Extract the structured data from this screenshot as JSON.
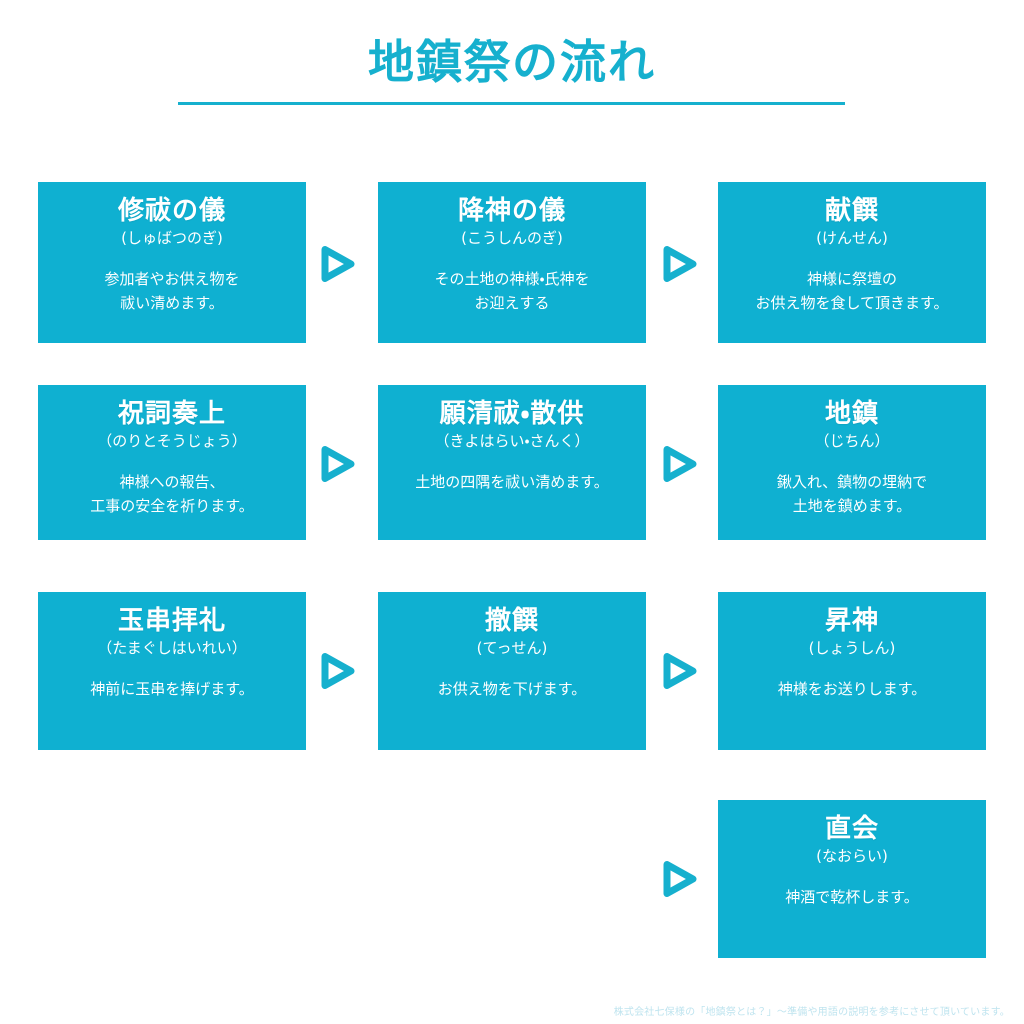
{
  "page": {
    "title": "地鎮祭の流れ",
    "accent_color": "#16b0ce",
    "box_color": "#0fb0d1",
    "background_color": "#ffffff",
    "footer_text_color": "#bfe4ef"
  },
  "header": {
    "heading": "地鎮祭の流れ"
  },
  "steps": [
    {
      "title": "修祓の儀",
      "reading": "(しゅばつのぎ)",
      "description": "参加者やお供え物を\n祓い清めます。"
    },
    {
      "title": "降神の儀",
      "reading": "(こうしんのぎ)",
      "description": "その土地の神様・氏神を\nお迎えする"
    },
    {
      "title": "献饌",
      "reading": "(けんせん)",
      "description": "神様に祭壇の\nお供え物を食して頂きます。"
    },
    {
      "title": "祝詞奏上",
      "reading": "（のりとそうじょう）",
      "description": "神様への報告、\n工事の安全を祈ります。"
    },
    {
      "title": "願清祓・散供",
      "reading": "（きよはらい・さんく）",
      "description": "土地の四隅を祓い清めます。"
    },
    {
      "title": "地鎮",
      "reading": "（じちん）",
      "description": "鍬入れ、鎮物の埋納で\n土地を鎮めます。"
    },
    {
      "title": "玉串拝礼",
      "reading": "（たまぐしはいれい）",
      "description": "神前に玉串を捧げます。"
    },
    {
      "title": "撤饌",
      "reading": "(てっせん)",
      "description": "お供え物を下げます。"
    },
    {
      "title": "昇神",
      "reading": "(しょうしん)",
      "description": "神様をお送りします。"
    },
    {
      "title": "直会",
      "reading": "(なおらい)",
      "description": "神酒で乾杯します。"
    }
  ],
  "arrows": [
    {
      "name": "arrow-step1-to-step2"
    },
    {
      "name": "arrow-step2-to-step3"
    },
    {
      "name": "arrow-step4-to-step5"
    },
    {
      "name": "arrow-step5-to-step6"
    },
    {
      "name": "arrow-step7-to-step8"
    },
    {
      "name": "arrow-step8-to-step9"
    },
    {
      "name": "arrow-step9-to-step10"
    }
  ],
  "footer": {
    "credit": "株式会社七保様の「地鎮祭とは？」〜準備や用語の説明を参考にさせて頂いています。"
  }
}
